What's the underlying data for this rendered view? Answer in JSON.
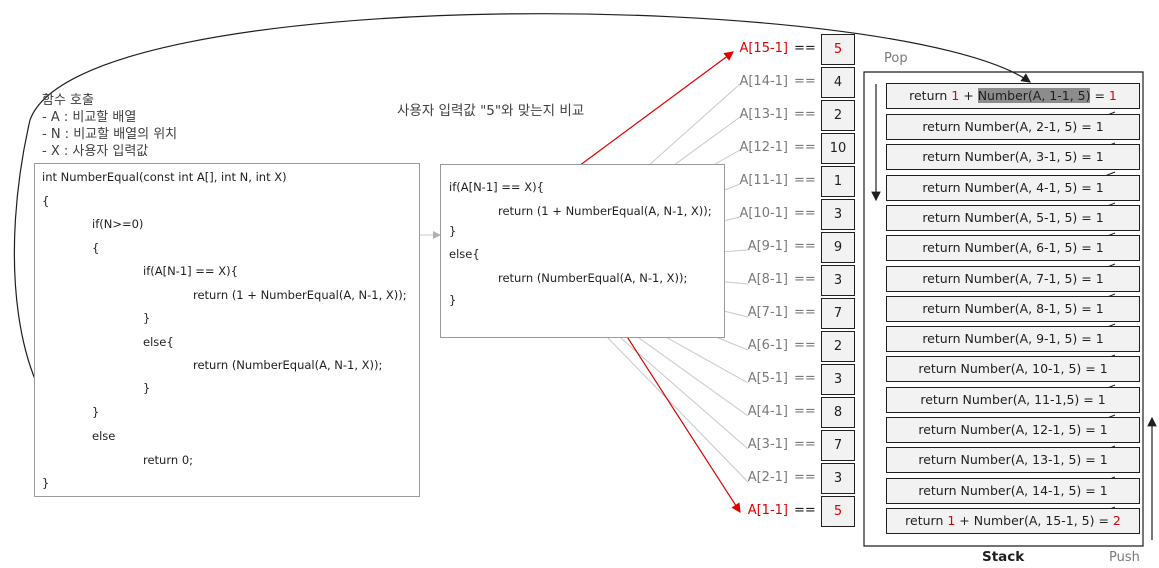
{
  "call_desc": {
    "title": "함수 호출",
    "items": [
      "-   A : 비교할 배열",
      "-   N : 비교할 배열의 위치",
      "-   X : 사용자 입력값"
    ]
  },
  "compare_label": "사용자 입력값 \"5\"와 맞는지 비교",
  "code_left": [
    "int NumberEqual(const int A[], int N, int X)",
    "{",
    "if(N>=0)",
    "{",
    "if(A[N-1] == X){",
    "return (1 + NumberEqual(A, N-1, X));",
    "}",
    "else{",
    "return (NumberEqual(A, N-1, X));",
    "}",
    "}",
    "else",
    "return 0;",
    "}"
  ],
  "code_mid": [
    "if(A[N-1] == X){",
    "return (1 + NumberEqual(A, N-1, X));",
    "}",
    "else{",
    "return (NumberEqual(A, N-1, X));",
    "}"
  ],
  "array": [
    {
      "label": "A[15-1]",
      "eq": "==",
      "value": "5",
      "match": true
    },
    {
      "label": "A[14-1]",
      "eq": "==",
      "value": "4",
      "match": false
    },
    {
      "label": "A[13-1]",
      "eq": "==",
      "value": "2",
      "match": false
    },
    {
      "label": "A[12-1]",
      "eq": "==",
      "value": "10",
      "match": false
    },
    {
      "label": "A[11-1]",
      "eq": "==",
      "value": "1",
      "match": false
    },
    {
      "label": "A[10-1]",
      "eq": "==",
      "value": "3",
      "match": false
    },
    {
      "label": "A[9-1]",
      "eq": "==",
      "value": "9",
      "match": false
    },
    {
      "label": "A[8-1]",
      "eq": "==",
      "value": "3",
      "match": false
    },
    {
      "label": "A[7-1]",
      "eq": "==",
      "value": "7",
      "match": false
    },
    {
      "label": "A[6-1]",
      "eq": "==",
      "value": "2",
      "match": false
    },
    {
      "label": "A[5-1]",
      "eq": "==",
      "value": "3",
      "match": false
    },
    {
      "label": "A[4-1]",
      "eq": "==",
      "value": "8",
      "match": false
    },
    {
      "label": "A[3-1]",
      "eq": "==",
      "value": "7",
      "match": false
    },
    {
      "label": "A[2-1]",
      "eq": "==",
      "value": "3",
      "match": false
    },
    {
      "label": "A[1-1]",
      "eq": "==",
      "value": "5",
      "match": true
    }
  ],
  "stack": {
    "pop_label": "Pop",
    "push_label": "Push",
    "title": "Stack",
    "top": {
      "pre": "return ",
      "one": "1",
      "plus": " + ",
      "call": "Number(A, 1-1, 5)",
      "eq": " = ",
      "result": "1"
    },
    "rows": [
      "return Number(A, 2-1, 5) = 1",
      "return Number(A, 3-1, 5) = 1",
      "return Number(A, 4-1, 5) = 1",
      "return Number(A, 5-1, 5) = 1",
      "return Number(A, 6-1, 5) = 1",
      "return Number(A, 7-1, 5) = 1",
      "return Number(A, 8-1, 5) = 1",
      "return Number(A, 9-1, 5) = 1",
      "return Number(A, 10-1, 5) = 1",
      "return Number(A, 11-1,5) = 1",
      "return Number(A, 12-1, 5) = 1",
      "return Number(A, 13-1, 5) = 1",
      "return Number(A, 14-1, 5) = 1"
    ],
    "bottom": {
      "pre": "return ",
      "one": "1",
      "rest": " + Number(A, 15-1, 5) = ",
      "result": "2"
    }
  },
  "colors": {
    "highlight": "#e00000",
    "line_gray": "#c8c8c8",
    "cell_bg": "#f2f2f2"
  }
}
